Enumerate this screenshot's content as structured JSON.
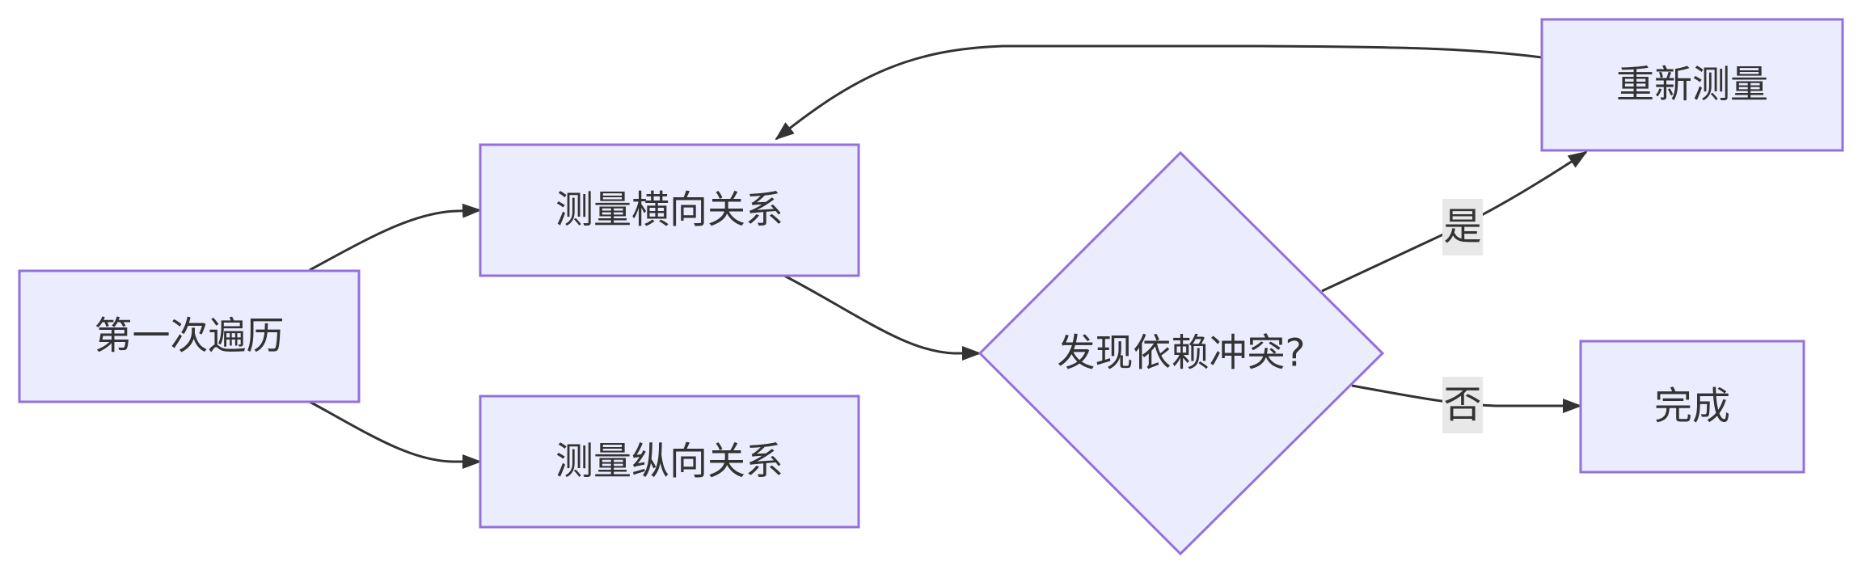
{
  "diagram": {
    "nodes": {
      "first_pass": "第一次遍历",
      "measure_horizontal": "测量横向关系",
      "measure_vertical": "测量纵向关系",
      "conflict_check": "发现依赖冲突?",
      "remeasure": "重新测量",
      "done": "完成"
    },
    "edge_labels": {
      "yes": "是",
      "no": "否"
    }
  },
  "colors": {
    "node_fill": "#ECECFF",
    "node_stroke": "#9370DB",
    "edge": "#333333",
    "text": "#333333",
    "edge_label_bg": "#E8E8E8"
  }
}
